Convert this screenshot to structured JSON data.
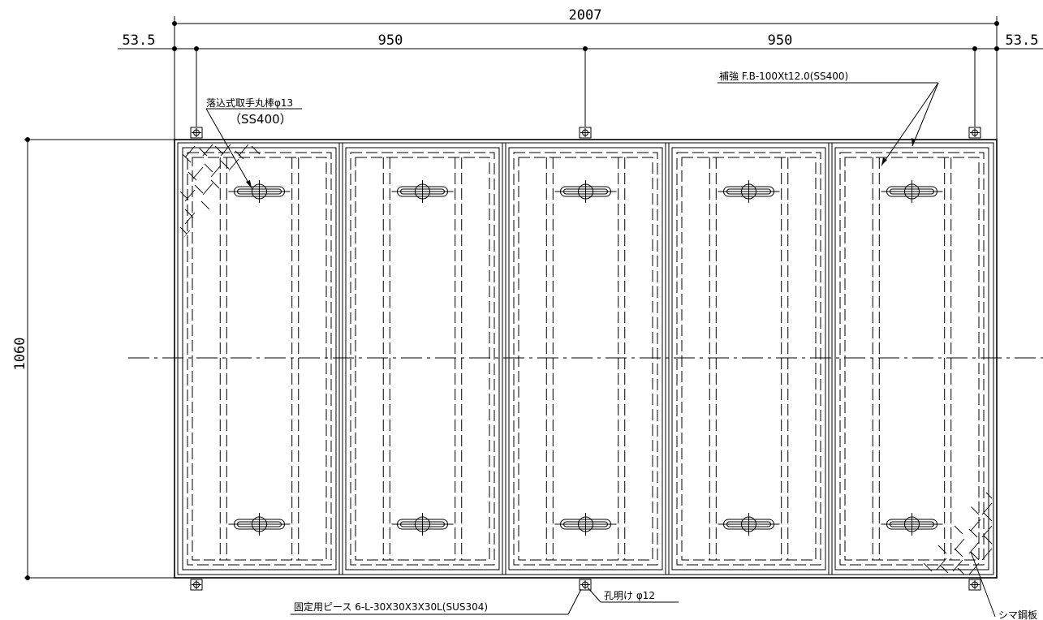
{
  "dimensions": {
    "overall_width": "2007",
    "left_offset": "53.5",
    "right_offset": "53.5",
    "span_left": "950",
    "span_right": "950",
    "height": "1060"
  },
  "notes": {
    "handle_line1": "落込式取手丸棒φ13",
    "handle_line2": "（SS400）",
    "reinforcement": "補強 F.B-100Xt12.0(SS400)",
    "fixing_base": "固定用ピース 6-L-30X30X3X30L(SUS304)",
    "hole": "孔明け φ12",
    "checker_plate": "シマ鋼板"
  },
  "structure": {
    "panel_count": 5,
    "handles_per_panel": 2,
    "fixing_piece_count": 6
  }
}
